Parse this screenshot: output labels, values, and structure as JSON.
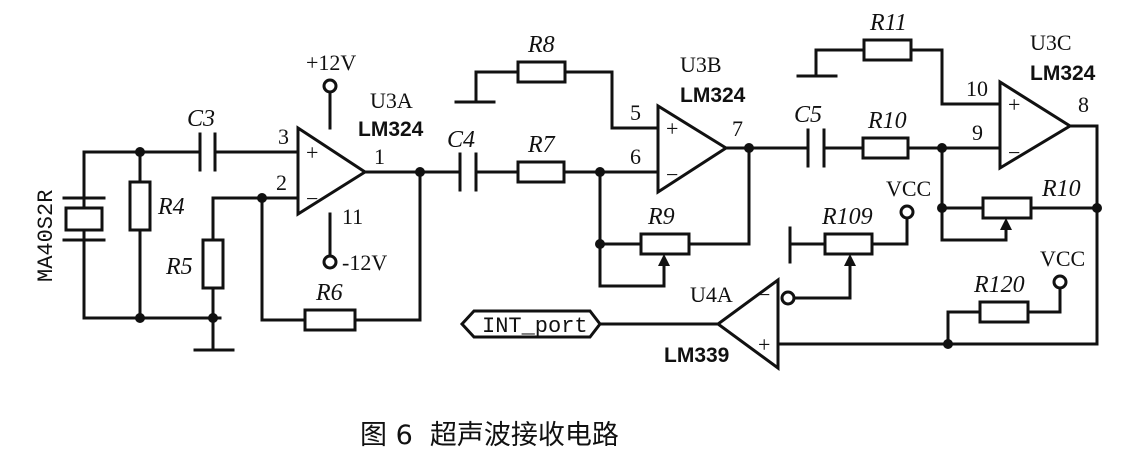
{
  "caption": "图 6  超声波接收电路",
  "transducer": "MA40S2R",
  "capacitors": {
    "c3": "C3",
    "c4": "C4",
    "c5": "C5"
  },
  "resistors": {
    "r4": "R4",
    "r5": "R5",
    "r6": "R6",
    "r7": "R7",
    "r8": "R8",
    "r9": "R9",
    "r10a": "R10",
    "r10b": "R10",
    "r11": "R11",
    "r109": "R109",
    "r120": "R120"
  },
  "opamps": {
    "u3a": {
      "ref": "U3A",
      "part": "LM324",
      "pin_plus": "3",
      "pin_minus": "2",
      "pin_out": "1",
      "pin_vneg": "11"
    },
    "u3b": {
      "ref": "U3B",
      "part": "LM324",
      "pin_plus": "5",
      "pin_minus": "6",
      "pin_out": "7"
    },
    "u3c": {
      "ref": "U3C",
      "part": "LM324",
      "pin_plus": "10",
      "pin_minus": "9",
      "pin_out": "8"
    },
    "u4a": {
      "ref": "U4A",
      "part": "LM339"
    }
  },
  "supplies": {
    "pos12": "+12V",
    "neg12": "-12V",
    "vcc1": "VCC",
    "vcc2": "VCC"
  },
  "port": "INT_port",
  "signs": {
    "plus": "+",
    "minus": "−"
  }
}
